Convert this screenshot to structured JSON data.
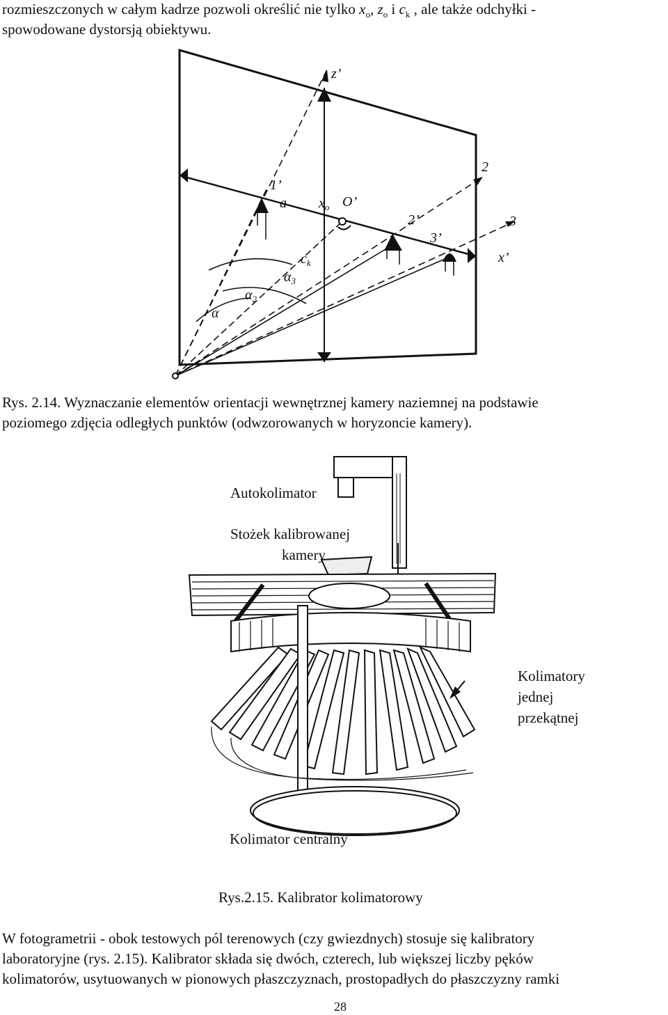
{
  "intro": {
    "line1_pre": "rozmieszczonych w całym kadrze pozwoli określić nie tylko ",
    "line1_vars": [
      "x",
      "o",
      ", ",
      "z",
      "o",
      " i ",
      "c",
      "k"
    ],
    "line1_post": " , ale także odchyłki -",
    "line2": "spowodowane dystorsją obiektywu."
  },
  "figure1": {
    "labels": {
      "z_axis": "z’",
      "x_axis": "x’",
      "pt1": "1’",
      "a": "a",
      "xo_main": "x",
      "xo_sub": "o",
      "O": "O’",
      "pt2": "2",
      "pt2p": "2’",
      "pt3": "3",
      "pt3p": "3’",
      "ck_main": "c",
      "ck_sub": "k",
      "alpha3_main": "α",
      "alpha3_sub": "3",
      "alpha2_main": "α",
      "alpha2_sub": "2",
      "alpha": "α"
    },
    "caption_line1": "Rys. 2.14. Wyznaczanie elementów orientacji wewnętrznej kamery naziemnej na podstawie",
    "caption_line2": "poziomego zdjęcia odległych punktów (odwzorowanych w horyzoncie kamery)."
  },
  "figure2": {
    "label_autokolimator": "Autokolimator",
    "label_stozek_1": "Stożek kalibrowanej",
    "label_stozek_2": "kamery",
    "label_kolimatory_1": "Kolimatory",
    "label_kolimatory_2": "jednej",
    "label_kolimatory_3": "przekątnej",
    "label_centralny": "Kolimator centralny",
    "caption": "Rys.2.15. Kalibrator kolimatorowy"
  },
  "body": {
    "line1": "W fotogrametrii  - obok testowych pól terenowych (czy gwiezdnych) stosuje się kalibratory",
    "line2": "laboratoryjne (rys. 2.15). Kalibrator składa się dwóch, czterech, lub większej liczby pęków",
    "line3": "kolimatorów, usytuowanych w pionowych płaszczyznach, prostopadłych do płaszczyzny ramki"
  },
  "footer": {
    "page_number": "28"
  }
}
